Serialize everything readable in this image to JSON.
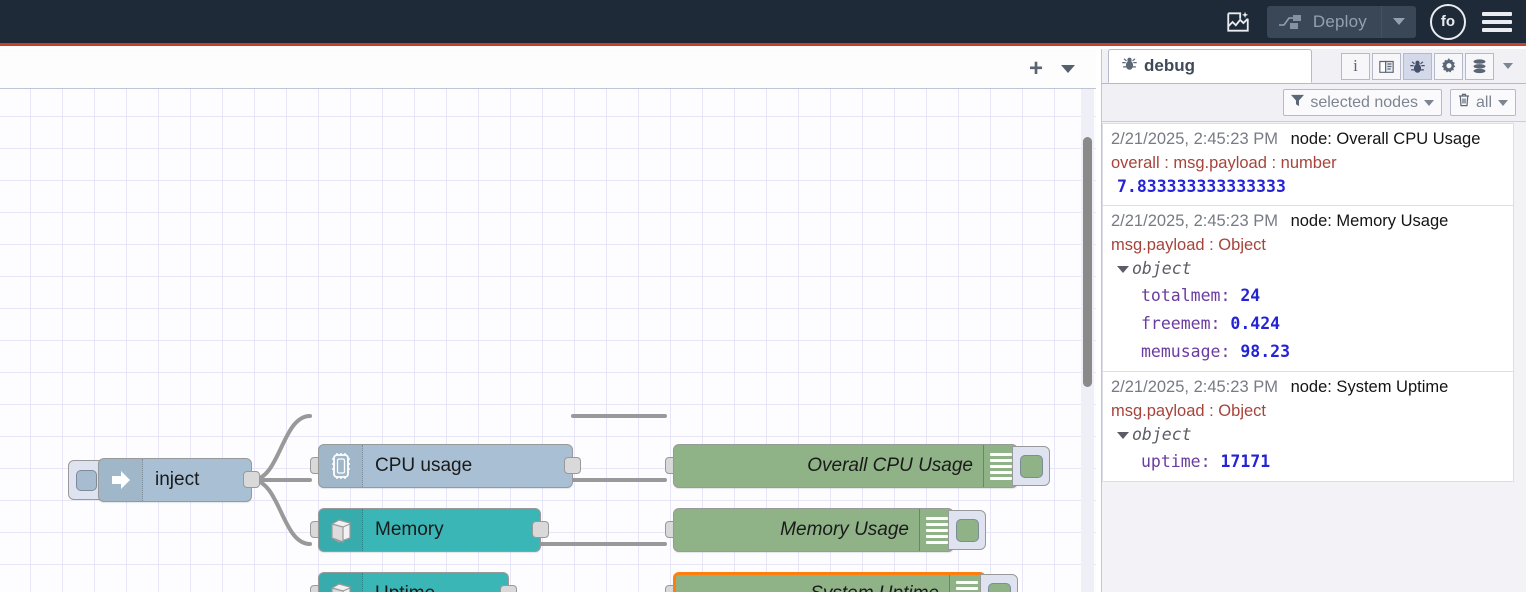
{
  "header": {
    "ai_icon": "image-sparkle-icon",
    "deploy_label": "Deploy",
    "deploy_icon": "deploy-icon",
    "deploy_caret_icon": "chevron-down-icon",
    "user_initials": "fo",
    "menu_icon": "hamburger-menu-icon",
    "accent_color": "#c9402f",
    "bg_color": "#1f2a38"
  },
  "workspace": {
    "tab_add_label": "+",
    "tab_menu_icon": "chevron-down-icon",
    "nodes": [
      {
        "name": "inject",
        "label": "inject",
        "type": "inject",
        "color": "#a9c0d4"
      },
      {
        "name": "cpu-usage",
        "label": "CPU usage",
        "type": "cpu",
        "color": "#a9c0d4"
      },
      {
        "name": "memory",
        "label": "Memory",
        "type": "server",
        "color": "#3bb6b6"
      },
      {
        "name": "uptime",
        "label": "Uptime",
        "type": "server",
        "color": "#3bb6b6"
      },
      {
        "name": "overall-cpu-usage",
        "label": "Overall CPU Usage",
        "type": "debug",
        "color": "#8fb287"
      },
      {
        "name": "memory-usage",
        "label": "Memory Usage",
        "type": "debug",
        "color": "#8fb287"
      },
      {
        "name": "system-uptime",
        "label": "System Uptime",
        "type": "debug",
        "color": "#8fb287",
        "selected": true
      }
    ],
    "selected_outline_color": "#ff7f0e"
  },
  "sidebar": {
    "active_tab": "debug",
    "tab_icon": "bug-icon",
    "tools": [
      {
        "name": "info",
        "icon": "info-icon",
        "glyph": "i",
        "active": false
      },
      {
        "name": "help",
        "icon": "book-icon",
        "glyph": "",
        "active": false
      },
      {
        "name": "debug",
        "icon": "bug-icon",
        "glyph": "",
        "active": true
      },
      {
        "name": "config",
        "icon": "gear-icon",
        "glyph": "",
        "active": false
      },
      {
        "name": "context",
        "icon": "database-icon",
        "glyph": "",
        "active": false
      }
    ],
    "tools_caret_icon": "chevron-down-icon",
    "filters": {
      "node_filter_label": "selected nodes",
      "node_filter_icon": "filter-icon",
      "clear_label": "all",
      "clear_icon": "trash-icon"
    },
    "messages": [
      {
        "time": "2/21/2025, 2:45:23 PM",
        "node": "node: Overall CPU Usage",
        "topic": "overall : msg.payload : number",
        "kind": "scalar",
        "value": "7.833333333333333"
      },
      {
        "time": "2/21/2025, 2:45:23 PM",
        "node": "node: Memory Usage",
        "topic": "msg.payload : Object",
        "kind": "object",
        "object_label": "object",
        "properties": [
          {
            "key": "totalmem",
            "value": "24"
          },
          {
            "key": "freemem",
            "value": "0.424"
          },
          {
            "key": "memusage",
            "value": "98.23"
          }
        ]
      },
      {
        "time": "2/21/2025, 2:45:23 PM",
        "node": "node: System Uptime",
        "topic": "msg.payload : Object",
        "kind": "object",
        "object_label": "object",
        "properties": [
          {
            "key": "uptime",
            "value": "17171"
          }
        ]
      }
    ]
  }
}
